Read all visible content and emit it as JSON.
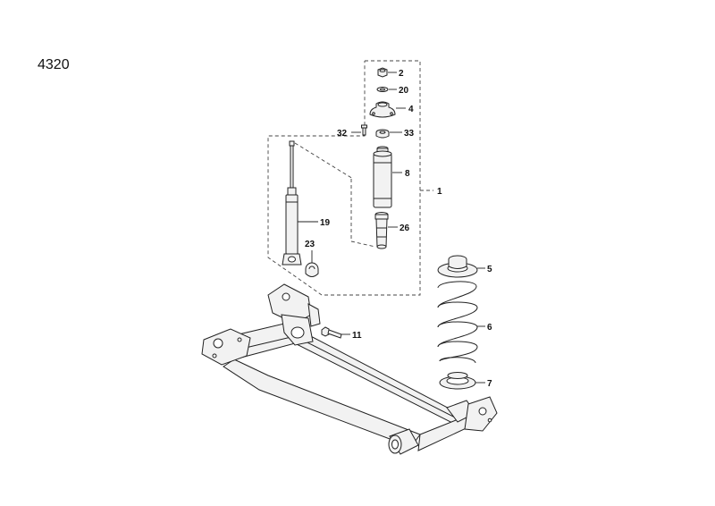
{
  "diagram": {
    "title": "4320",
    "callouts": {
      "c2": "2",
      "c20": "20",
      "c4": "4",
      "c32": "32",
      "c33": "33",
      "c8": "8",
      "c1": "1",
      "c19": "19",
      "c23": "23",
      "c26": "26",
      "c5": "5",
      "c6": "6",
      "c11": "11",
      "c7": "7"
    }
  }
}
